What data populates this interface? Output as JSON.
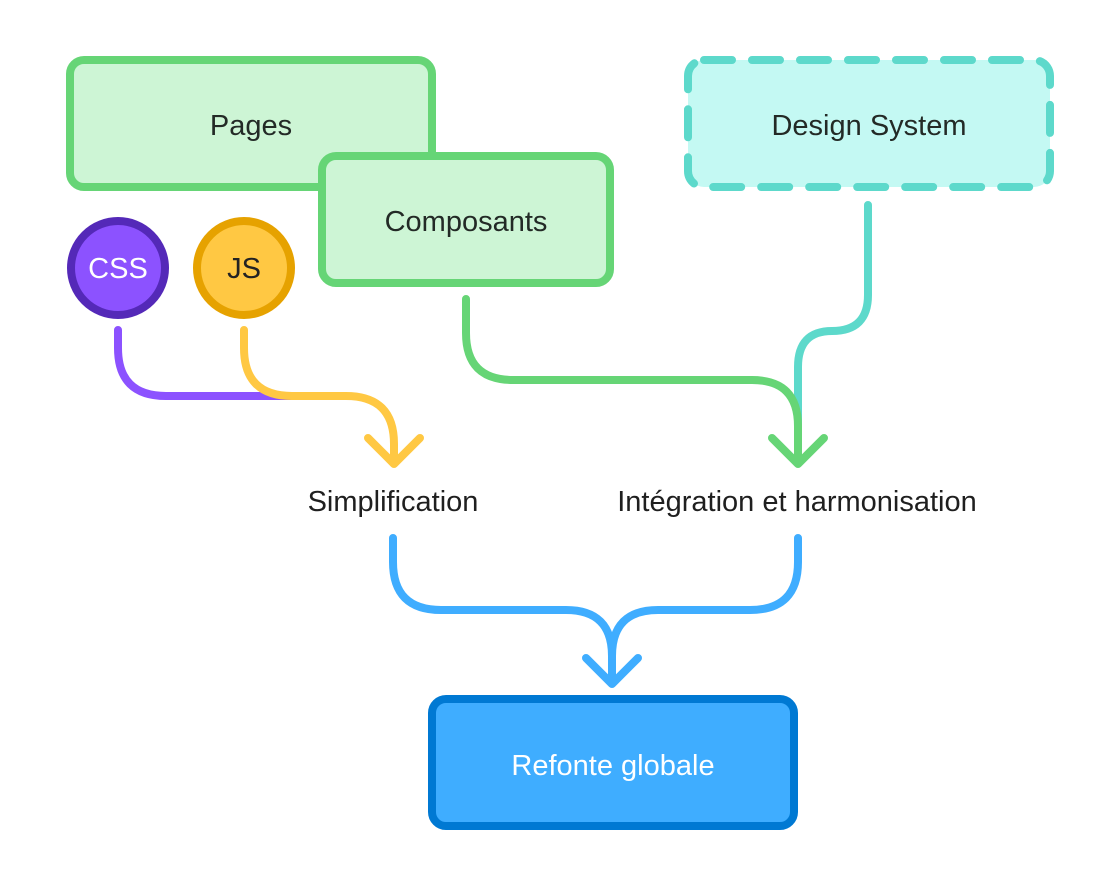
{
  "diagram": {
    "type": "flowchart",
    "nodes": {
      "pages": {
        "label": "Pages",
        "fill": "#cdf5d5",
        "stroke": "#66d576",
        "text_color": "#232a26",
        "border": "solid"
      },
      "composants": {
        "label": "Composants",
        "fill": "#cdf5d5",
        "stroke": "#66d576",
        "text_color": "#232a26",
        "border": "solid"
      },
      "design_system": {
        "label": "Design System",
        "fill": "#c4f9f3",
        "stroke": "#5dd9cb",
        "text_color": "#232a26",
        "border": "dashed"
      },
      "css": {
        "label": "CSS",
        "fill": "#8c52ff",
        "stroke": "#5429b8",
        "text_color": "#ffffff",
        "shape": "circle"
      },
      "js": {
        "label": "JS",
        "fill": "#ffc843",
        "stroke": "#e6a200",
        "text_color": "#232323",
        "shape": "circle"
      },
      "refonte": {
        "label": "Refonte globale",
        "fill": "#3fadff",
        "stroke": "#0079d3",
        "text_color": "#ffffff",
        "border": "solid"
      }
    },
    "labels": {
      "simplification": "Simplification",
      "integration": "Intégration et harmonisation"
    },
    "edges": [
      {
        "from": "css",
        "to": "simplification",
        "color": "#8c52ff",
        "arrow": false
      },
      {
        "from": "js",
        "to": "simplification",
        "color": "#ffc843",
        "arrow": true
      },
      {
        "from": "design_system",
        "to": "integration",
        "color": "#5dd9cb",
        "arrow": false
      },
      {
        "from": "composants",
        "to": "integration",
        "color": "#66d576",
        "arrow": true
      },
      {
        "from": "simplification",
        "to": "refonte",
        "color": "#3fadff",
        "arrow": true
      },
      {
        "from": "integration",
        "to": "refonte",
        "color": "#3fadff",
        "arrow": true
      }
    ]
  }
}
